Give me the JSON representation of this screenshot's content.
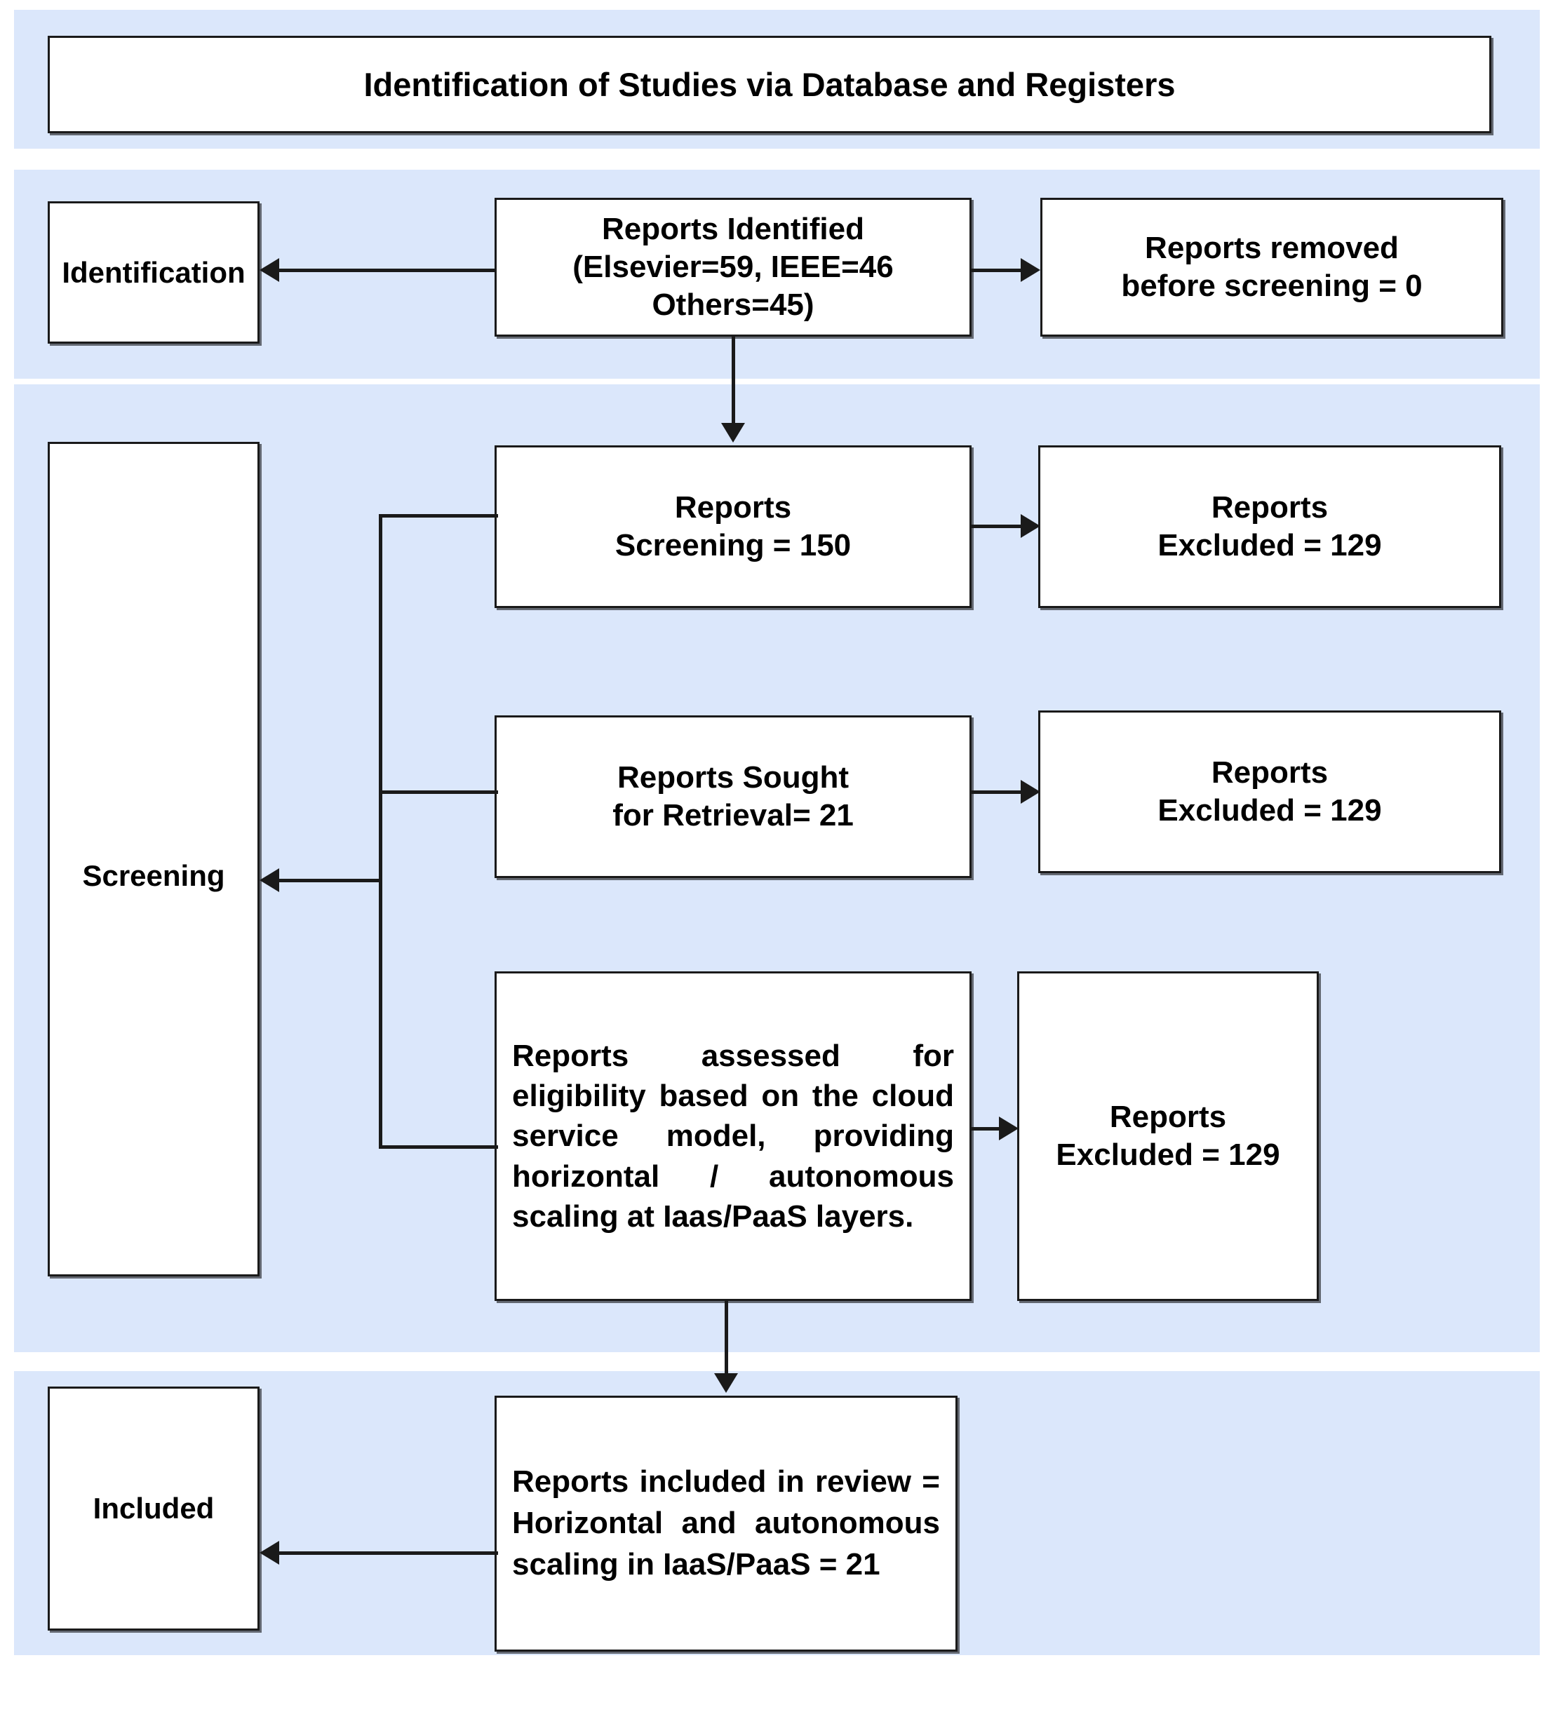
{
  "diagram": {
    "title_banner": "Identification of Studies via Database and Registers",
    "stage_labels": {
      "identification": "Identification",
      "screening": "Screening",
      "included": "Included"
    },
    "nodes": {
      "reports_identified": "Reports Identified\n(Elsevier=59, IEEE=46\nOthers=45)",
      "reports_removed": "Reports removed\nbefore screening = 0",
      "reports_screening": "Reports\nScreening = 150",
      "reports_excluded_1": "Reports\nExcluded = 129",
      "reports_sought": "Reports Sought\nfor Retrieval= 21",
      "reports_excluded_2": "Reports\nExcluded = 129",
      "reports_assessed": "Reports assessed for eligibility based on the cloud service model, providing horizontal / autonomous scaling at Iaas/PaaS layers.",
      "reports_excluded_3": "Reports\nExcluded = 129",
      "reports_included": "Reports included in review = Horizontal and autonomous scaling in IaaS/PaaS = 21"
    },
    "counts": {
      "elsevier": 59,
      "ieee": 46,
      "others": 45,
      "total_identified": 150,
      "removed_before_screening": 0,
      "screened": 150,
      "excluded_screening": 129,
      "sought_for_retrieval": 21,
      "excluded_retrieval": 129,
      "excluded_eligibility": 129,
      "included_in_review": 21
    },
    "colors": {
      "band_background": "#dbe7fb",
      "box_background": "#ffffff",
      "box_border": "#1a1a1a",
      "text": "#000000",
      "page_background": "#ffffff"
    }
  }
}
